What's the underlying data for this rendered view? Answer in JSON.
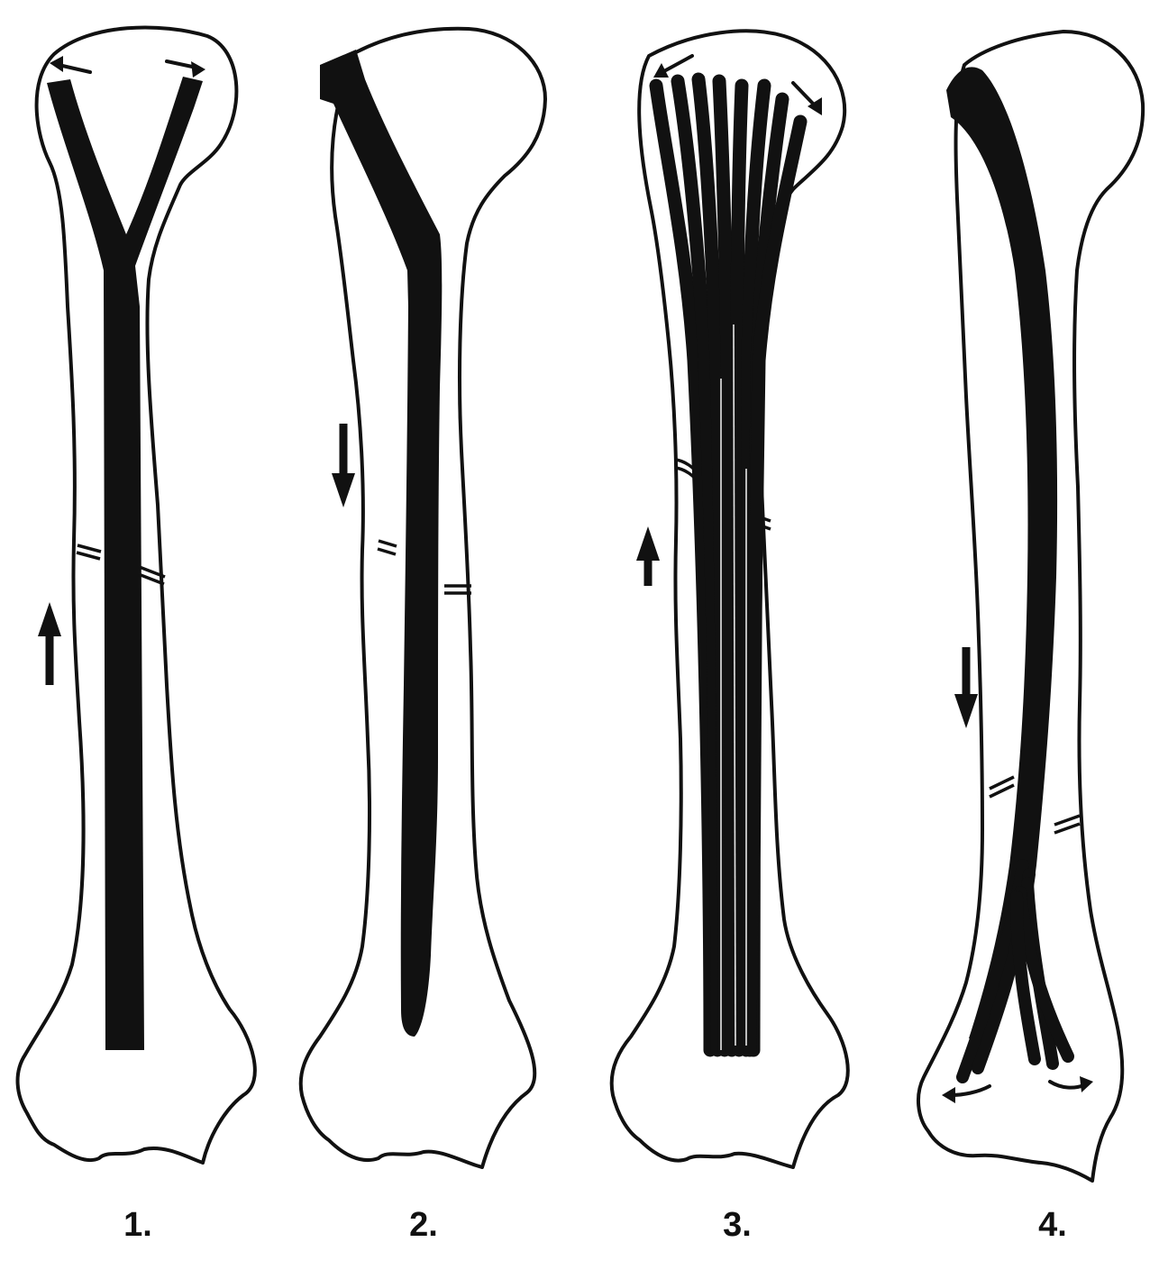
{
  "panels": [
    {
      "label": "1."
    },
    {
      "label": "2."
    },
    {
      "label": "3."
    },
    {
      "label": "4."
    }
  ],
  "colors": {
    "ink": "#111111",
    "paper": "#ffffff"
  }
}
